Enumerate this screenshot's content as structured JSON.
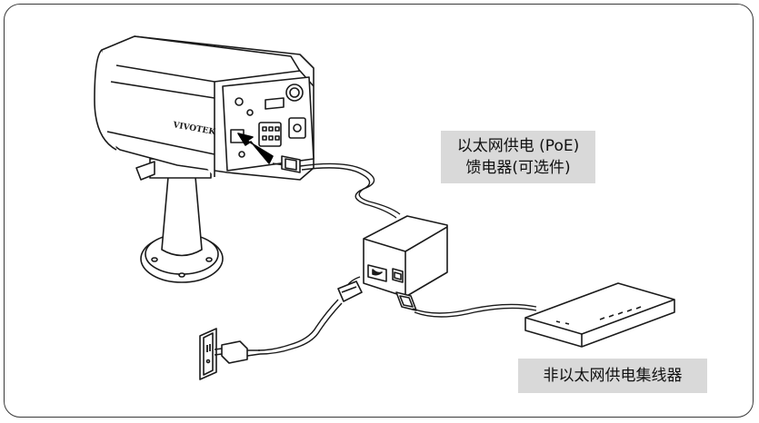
{
  "figure": {
    "callouts": {
      "poe_injector_line1": "以太网供电 (PoE)",
      "poe_injector_line2": "馈电器(可选件)",
      "non_poe_switch": "非以太网供电集线器"
    },
    "camera_brand_mark": "VIVOTEK",
    "colors": {
      "line": "#1a1a1a",
      "callout_bg": "#d9d9d9",
      "device_fill": "#ffffff",
      "arrow": "#000000"
    }
  }
}
